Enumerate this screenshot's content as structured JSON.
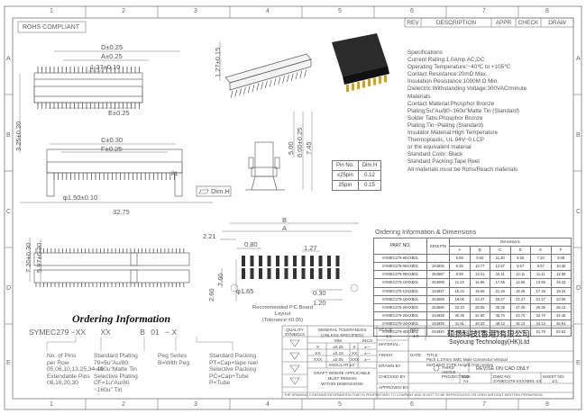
{
  "frame": {
    "cols": [
      "1",
      "2",
      "3",
      "4",
      "5",
      "6",
      "7",
      "8"
    ],
    "rows": [
      "A",
      "B",
      "C",
      "D",
      "E"
    ]
  },
  "rev_header": [
    "REV",
    "DESCRIPTION",
    "APPR",
    "CHECK",
    "DRAW"
  ],
  "rohs_label": "ROHS COMPLIANT",
  "top_dims": {
    "d": "D±0.25",
    "a": "A±0.25",
    "pitch_top": "1.27±0.10",
    "e": "E±0.25",
    "h127": "1.27±0.15",
    "v325": "3.25±0.20"
  },
  "mid_dims": {
    "c": "C±0.30",
    "f": "F±0.25",
    "pin1": "P1",
    "hole": "φ1.50±0.10",
    "total": "32.75",
    "dimh": "Dim.H",
    "v500": "5.00",
    "v600": "6.00±0.25",
    "v745": "7.45"
  },
  "pin_table": {
    "headers": [
      "Pin No.",
      "Dim.H"
    ],
    "rows": [
      [
        "≤25pin",
        "0.12"
      ],
      [
        "25pin",
        "0.15"
      ]
    ]
  },
  "specs": {
    "title": "Specifications",
    "lines": [
      "Current Rating:1.0Amp AC,DC",
      "Operating Temperature:−40℃ to +105℃",
      "Contact Resistance:20mΩ Max.",
      "Insulation Resistance:1000M Ω Min.",
      "Dielectric Withstanding Voltage:300VAC/minute",
      "Materials",
      "Contact Material:Phosphor Bronze",
      "Plating:5u\"Au/80~160u\"Matte Tin (Standard)",
      "Solder Tabs:Phosphor Bronze",
      "Plating:Tin−Plating (Standard)",
      "Insulator Material:High Temperature",
      "Thermoplastic, UL 94V−0 LCP",
      "or the equivalent material",
      "Standard Color: Black",
      "Standard Packing:Tape Reel",
      "All materials must be Rohs/Reach materials"
    ]
  },
  "bottom_left_dims": {
    "v720": "7.20±0.30",
    "v597": "5.97±0.30"
  },
  "layout_dims": {
    "b": "B",
    "a": "A",
    "d221": "2.21",
    "d080": "0.80",
    "d127": "1.27",
    "d760": "7.60",
    "d260": "2.60",
    "hole": "φ1.65",
    "d030": "0.30",
    "d120": "1.20",
    "caption1": "Recommended P.C.Board",
    "caption2": "Layout",
    "caption3": "(Tolerance:±0.05)"
  },
  "order_table": {
    "title": "Ordering Information & Dimensions",
    "headers": [
      "PART NO.",
      "ERNI P/N",
      "Dimensions"
    ],
    "dim_headers": [
      "A",
      "B",
      "C",
      "D",
      "E",
      "F"
    ],
    "rows": [
      [
        "SYMEC279-05XXB01",
        "",
        "5.08",
        "9.50",
        "11.30",
        "8.30",
        "7.30",
        "9.08"
      ],
      [
        "SYMEC279-06XXB01",
        "244836",
        "6.35",
        "10.77",
        "12.57",
        "9.57",
        "8.57",
        "10.35"
      ],
      [
        "SYMEC279-08XXB01",
        "254587",
        "8.89",
        "13.31",
        "15.11",
        "12.11",
        "11.11",
        "12.89"
      ],
      [
        "SYMEC279-10XXB01",
        "254588",
        "11.43",
        "15.85",
        "17.65",
        "14.65",
        "13.65",
        "15.43"
      ],
      [
        "SYMEC279-13XXB01",
        "244837",
        "15.24",
        "19.66",
        "21.46",
        "18.46",
        "17.46",
        "19.24"
      ],
      [
        "SYMEC279-16XXB01",
        "254589",
        "19.05",
        "23.47",
        "25.27",
        "22.27",
        "21.27",
        "23.05"
      ],
      [
        "SYMEC279-20XXB01",
        "254590",
        "24.13",
        "28.55",
        "30.35",
        "27.35",
        "26.35",
        "28.13"
      ],
      [
        "SYMEC279-25XXB01",
        "244838",
        "30.48",
        "34.90",
        "36.70",
        "33.70",
        "32.70",
        "34.48"
      ],
      [
        "SYMEC279-34XXB01",
        "244839",
        "41.91",
        "46.33",
        "48.13",
        "45.13",
        "44.13",
        "45.91"
      ],
      [
        "SYMEC279-40XXB01",
        "244840",
        "49.53",
        "53.95",
        "55.75",
        "52.75",
        "51.75",
        "53.53"
      ]
    ]
  },
  "ordering": {
    "title": "Ordering Information",
    "code": [
      "SYMEC279",
      "−XX",
      "XX",
      "B",
      "01",
      "−",
      "X"
    ],
    "groups": [
      [
        "No. of Pins",
        "per Row",
        "05,06,10,13,25,34,40",
        "Extendable Pins",
        "08,16,20,30"
      ],
      [
        "Standard Plating",
        "79=5u\"Au/80",
        "~160u\"Matte Tin",
        "Selective Plating",
        "CF=1u\"Au/80",
        "~160u\" Tin"
      ],
      [
        "Peg Series",
        "B=With Peg"
      ],
      [
        "Standard Packing",
        "PT=Cap+tape reel",
        "Selective Packing",
        "PC=Cap+Tube",
        "P=Tube"
      ]
    ]
  },
  "title_block": {
    "quality": "QUALITY SYMBOLS",
    "tol_title": "GENERAL TOLERANCES",
    "tol_sub": "(UNLESS SPECIFIED)",
    "mm": "MM",
    "inch": "INCH",
    "tol_rows": [
      [
        "X",
        "±0.25",
        "X",
        "±—"
      ],
      [
        "XX",
        "±0.15",
        "XX",
        "±—"
      ],
      [
        "XXX",
        "±0.05",
        "XXX",
        "±—"
      ]
    ],
    "angular": "ANGULAR ±3°",
    "draft1": "DRAFT WHERE APPLICABLE",
    "draft2": "MUST REMAIN",
    "draft3": "WITHIN DIMENSIONS",
    "scale_label": "SCALE:",
    "scale": "1:1",
    "rev_label": "REV:",
    "rev": "4.0",
    "material_label": "MATERIAL:",
    "finish_label": "FINISH:",
    "company_cn": "硕扬科技(香港)有限公司",
    "company_en": "Soyoung Technology(HK)Ltd",
    "drawn_label": "DRAWN BY",
    "date_label": "DATE",
    "title_label": "TITLE",
    "title1": "Pitch 1.27mm SMC Male Connector Vertical",
    "title2": "SMT SMT TYPE Height:7mm Series",
    "checked_label": "CHECKED BY",
    "third_angle": "THIRD ANGLE PROJECTION",
    "revise": "REVISE ON CAD ONLY",
    "approved_label": "APPROVED BY",
    "size_label": "SIZE",
    "size": "A4",
    "dwg_label": "DWG NO.",
    "dwg_no": "SYMEC279-XXXXB01-XX",
    "sheet_label": "SHEET NO.",
    "sheet": "1/1",
    "footer": "THE DRAWING CONTAINS INFORMATION THAT IS PROPRIETARY TO COMPANY AND IS NOT TO BE REPRODUCED OR USED WITHOUT WRITTEN PERMISSION"
  }
}
